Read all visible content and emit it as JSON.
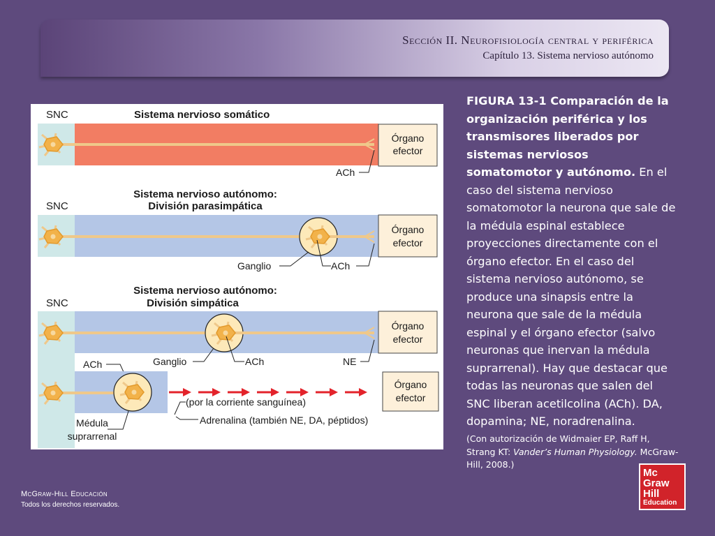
{
  "header": {
    "section": "Sección II.  Neurofisiología central y periférica",
    "chapter": "Capítulo 13. Sistema nervioso autónomo"
  },
  "figure": {
    "panel1": {
      "snc": "SNC",
      "title": "Sistema nervioso somático",
      "organ_line1": "Órgano",
      "organ_line2": "efector",
      "ach": "ACh"
    },
    "panel2": {
      "snc": "SNC",
      "title_line1": "Sistema nervioso autónomo:",
      "title_line2": "División parasimpática",
      "organ_line1": "Órgano",
      "organ_line2": "efector",
      "ganglion": "Ganglio",
      "ach": "ACh"
    },
    "panel3": {
      "snc": "SNC",
      "title_line1": "Sistema nervioso autónomo:",
      "title_line2": "División simpática",
      "organ_line1": "Órgano",
      "organ_line2": "efector",
      "ganglion": "Ganglio",
      "ach_ganglion": "ACh",
      "ne": "NE",
      "ach_medulla": "ACh",
      "blood_note": "(por la corriente sanguínea)",
      "organ2_line1": "Órgano",
      "organ2_line2": "efector",
      "adrenaline": "Adrenalina (también NE, DA, péptidos)",
      "medulla_line1": "Médula",
      "medulla_line2": "suprarrenal"
    }
  },
  "caption": {
    "bold": "FIGURA 13-1 Comparación de la organización periférica y los transmisores liberados por sistemas nerviosos somatomotor y autónomo.",
    "text": " En el caso del sistema nervioso somatomotor la neurona que sale de la médula espinal establece proyecciones directamente con el órgano efector. En el caso del sistema nervioso autónomo, se produce una sinapsis entre la neurona que sale de la médula espinal y el órgano efector (salvo neuronas que inervan la médula suprarrenal). Hay que destacar que todas las neuronas que salen del SNC liberan acetilcolina (ACh). DA, dopamina; NE, noradrenalina."
  },
  "credit": {
    "prefix": "(Con autorización de Widmaier EP, Raff H, Strang KT: ",
    "book": "Vander’s Human Physiology.",
    "suffix": " McGraw-Hill, 2008.)"
  },
  "footer": {
    "publisher": "McGraw-Hill Educación",
    "rights": "Todos los derechos reservados."
  },
  "logo": {
    "line1": "Mc",
    "line2": "Graw",
    "line3": "Hill",
    "line4": "Education"
  },
  "colors": {
    "somatic_band": "#f27d63",
    "autonomic_band": "#b4c6e6",
    "snc_band": "#cfe8e8",
    "axon": "#efc88a",
    "ganglion": "#fde9b9",
    "arrow": "#e3232b",
    "logo_red": "#d1232a"
  }
}
